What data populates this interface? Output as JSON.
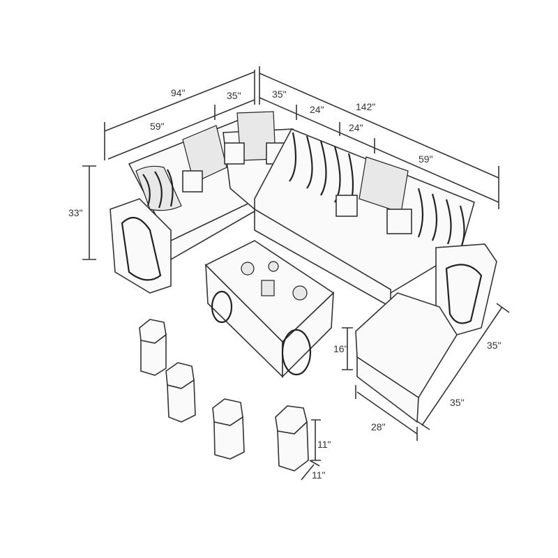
{
  "title": "Sectional sofa set dimension drawing",
  "dimensions": {
    "left_total": "94\"",
    "left_corner": "35\"",
    "left_seat": "59\"",
    "right_corner": "35\"",
    "right_seat1": "24\"",
    "right_seat2": "24\"",
    "right_total": "142\"",
    "right_seat3": "59\"",
    "height": "33\"",
    "seat_height": "16\"",
    "chaise_width": "35\"",
    "chaise_depth": "35\"",
    "chaise_seat": "28\"",
    "stool_height": "11\"",
    "stool_width": "11\""
  }
}
